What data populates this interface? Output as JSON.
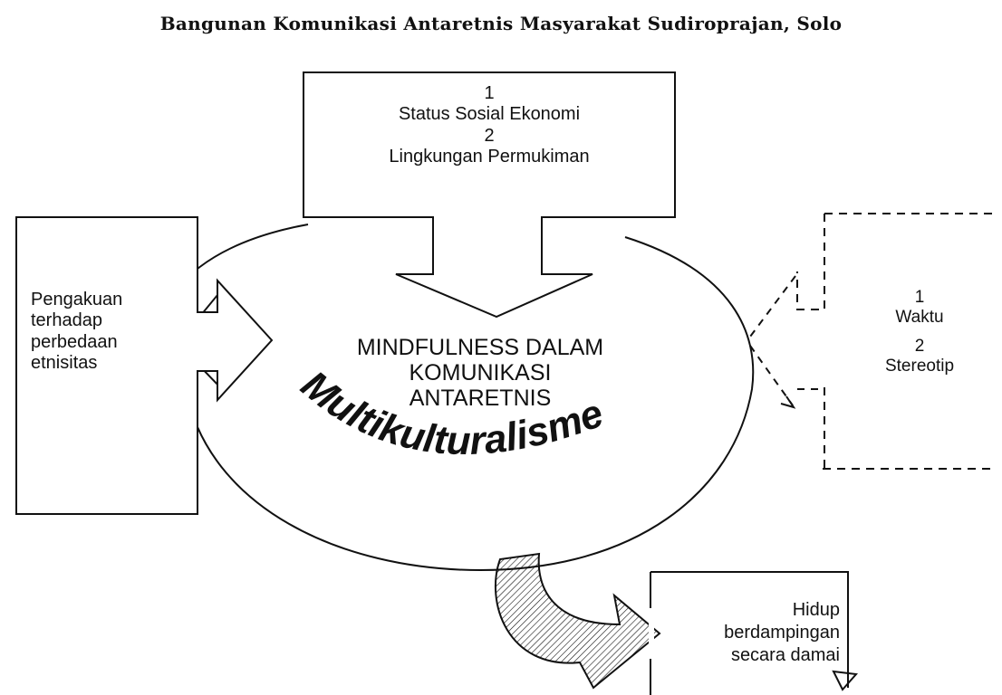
{
  "title": "Bangunan Komunikasi Antaretnis Masyarakat Sudiroprajan, Solo",
  "top_box": {
    "num1": "1",
    "line1": "Status Sosial Ekonomi",
    "num2": "2",
    "line2": "Lingkungan Permukiman"
  },
  "left_box": {
    "line1": "Pengakuan",
    "line2": "terhadap",
    "line3": "perbedaan",
    "line4": "etnisitas"
  },
  "center": {
    "line1": "MINDFULNESS DALAM",
    "line2": "KOMUNIKASI",
    "line3": "ANTARETNIS",
    "watermark": "Multikulturalisme"
  },
  "right_box": {
    "num1": "1",
    "item1": "Waktu",
    "num2": "2",
    "item2": "Stereotip"
  },
  "outcome_box": {
    "line1": "Hidup",
    "line2": "berdampingan",
    "line3": "secara damai"
  },
  "colors": {
    "ink": "#111111",
    "background": "#ffffff"
  }
}
